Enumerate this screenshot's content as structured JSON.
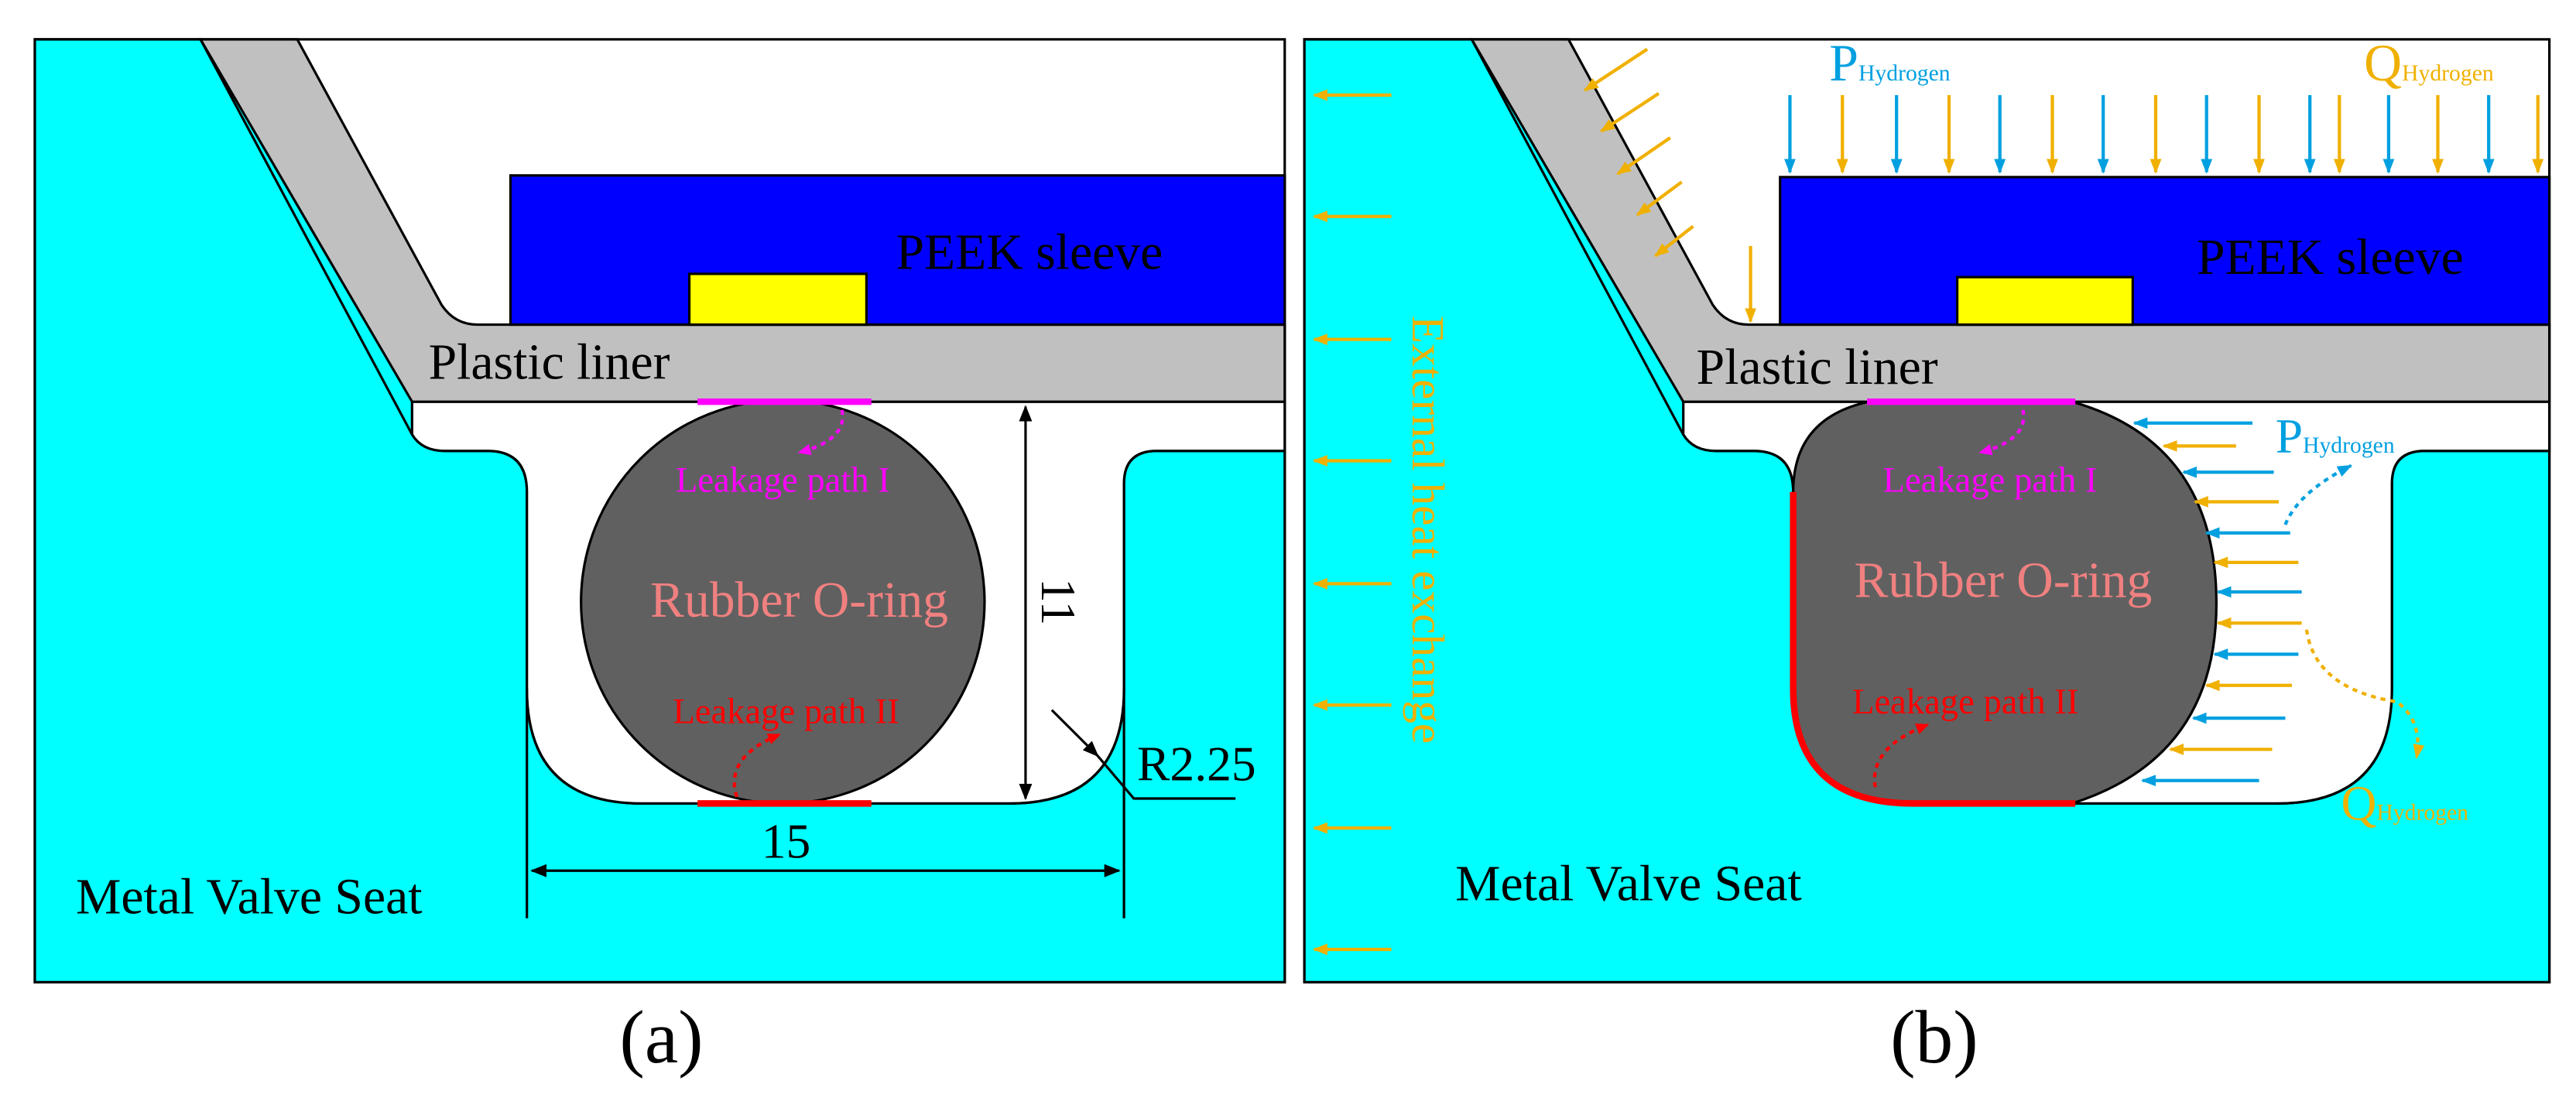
{
  "panel_a": {
    "caption": "(a)",
    "peek_label": "PEEK sleeve",
    "liner_label": "Plastic liner",
    "oring_label": "Rubber O-ring",
    "leak1_label": "Leakage path I",
    "leak2_label": "Leakage path II",
    "seat_label": "Metal Valve Seat",
    "dim_height": "11",
    "dim_width": "15",
    "dim_radius": "R2.25"
  },
  "panel_b": {
    "caption": "(b)",
    "peek_label": "PEEK sleeve",
    "liner_label": "Plastic liner",
    "oring_label": "Rubber O-ring",
    "leak1_label": "Leakage path I",
    "leak2_label": "Leakage path II",
    "seat_label": "Metal Valve Seat",
    "heat_label": "External heat exchange",
    "p_main": "P",
    "p_sub": "Hydrogen",
    "q_main": "Q",
    "q_sub": "Hydrogen"
  },
  "colors": {
    "metal": "#00FFFF",
    "liner": "#C0C0C0",
    "peek": "#0000FF",
    "insert": "#FFFF00",
    "oring": "#606060",
    "pressure": "#00A0E0",
    "heat": "#F0B000",
    "leak1": "#FF00FF",
    "leak2": "#FF0000",
    "oring_text": "#F08080"
  }
}
